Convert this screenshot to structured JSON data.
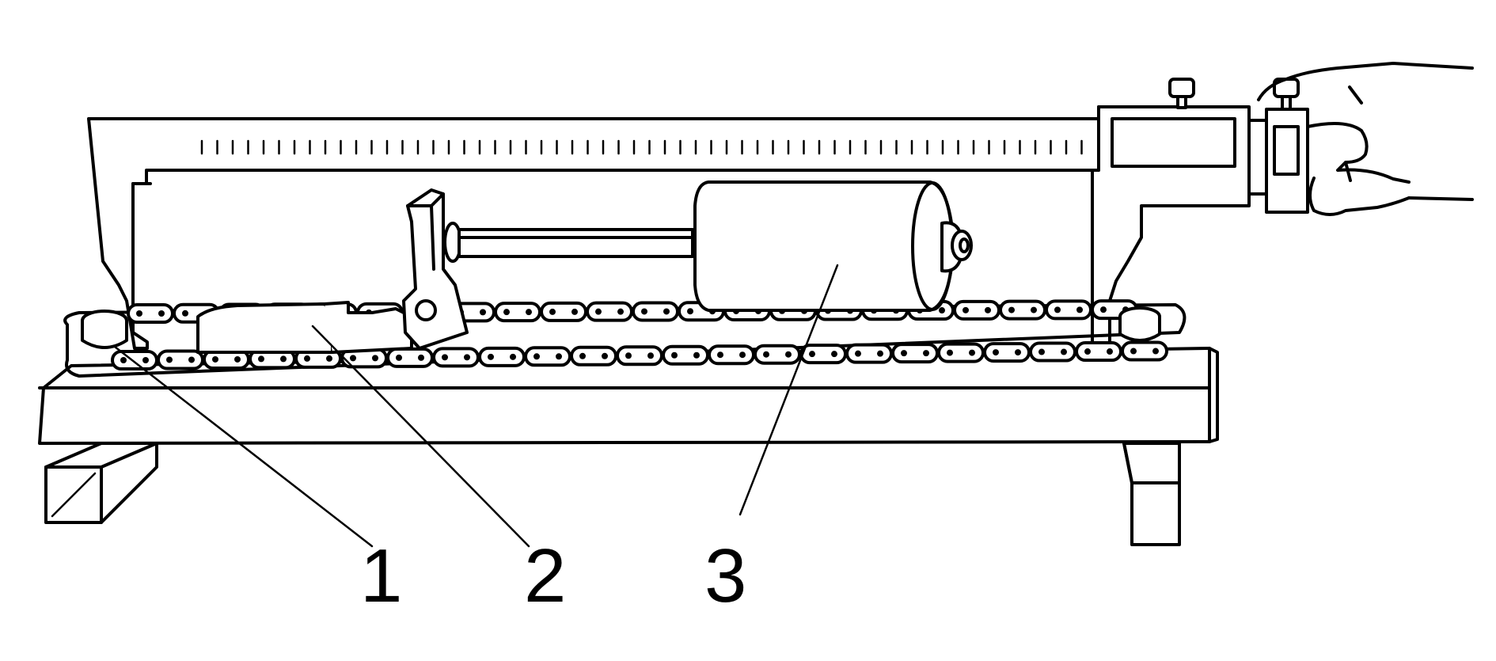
{
  "callouts": [
    {
      "id": "1",
      "label": "1"
    },
    {
      "id": "2",
      "label": "2"
    },
    {
      "id": "3",
      "label": "3"
    }
  ],
  "style": {
    "line_color": "#000000",
    "background": "#ffffff"
  }
}
